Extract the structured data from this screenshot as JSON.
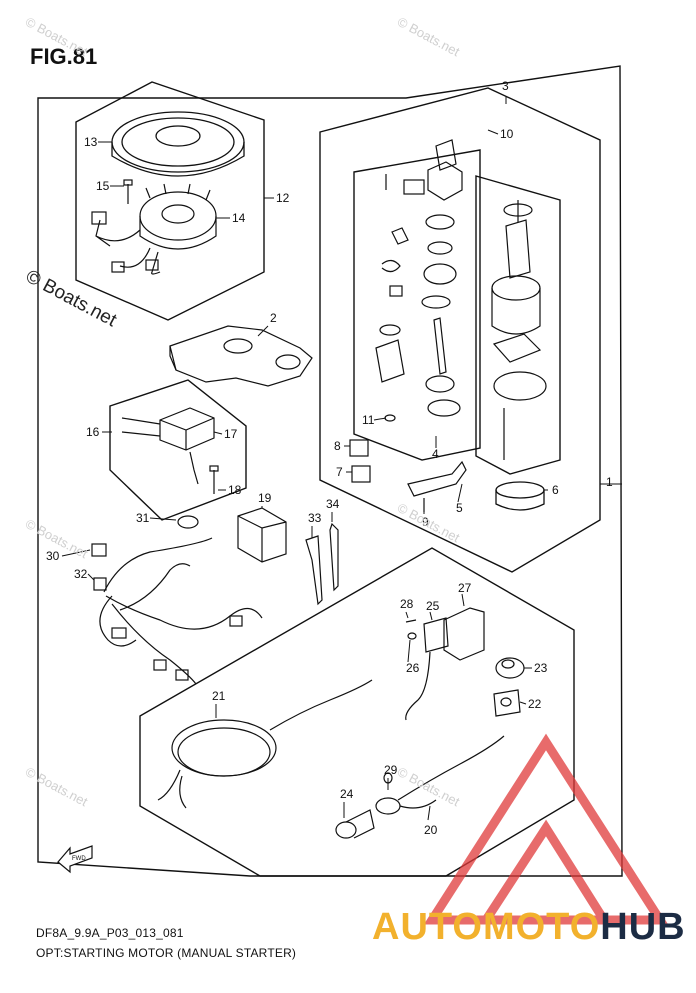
{
  "figure": {
    "title": "FIG.81",
    "code": "DF8A_9.9A_P03_013_081",
    "caption": "OPT:STARTING MOTOR (MANUAL STARTER)",
    "fwd_label": "FWD"
  },
  "watermarks": {
    "small": "© Boats.net",
    "big": "© Boats.net"
  },
  "brand": {
    "part1": "AUTOMOTO",
    "part2": "HUB"
  },
  "callouts": [
    "1",
    "2",
    "3",
    "4",
    "5",
    "6",
    "7",
    "8",
    "9",
    "10",
    "11",
    "12",
    "13",
    "14",
    "15",
    "16",
    "17",
    "18",
    "19",
    "20",
    "21",
    "22",
    "23",
    "24",
    "25",
    "26",
    "27",
    "28",
    "29",
    "30",
    "31",
    "32",
    "33",
    "34"
  ],
  "colors": {
    "line": "#111111",
    "accent_triangle": "#e03a3a",
    "brand_yellow": "#f2b12d",
    "brand_dark": "#1c2c44"
  }
}
